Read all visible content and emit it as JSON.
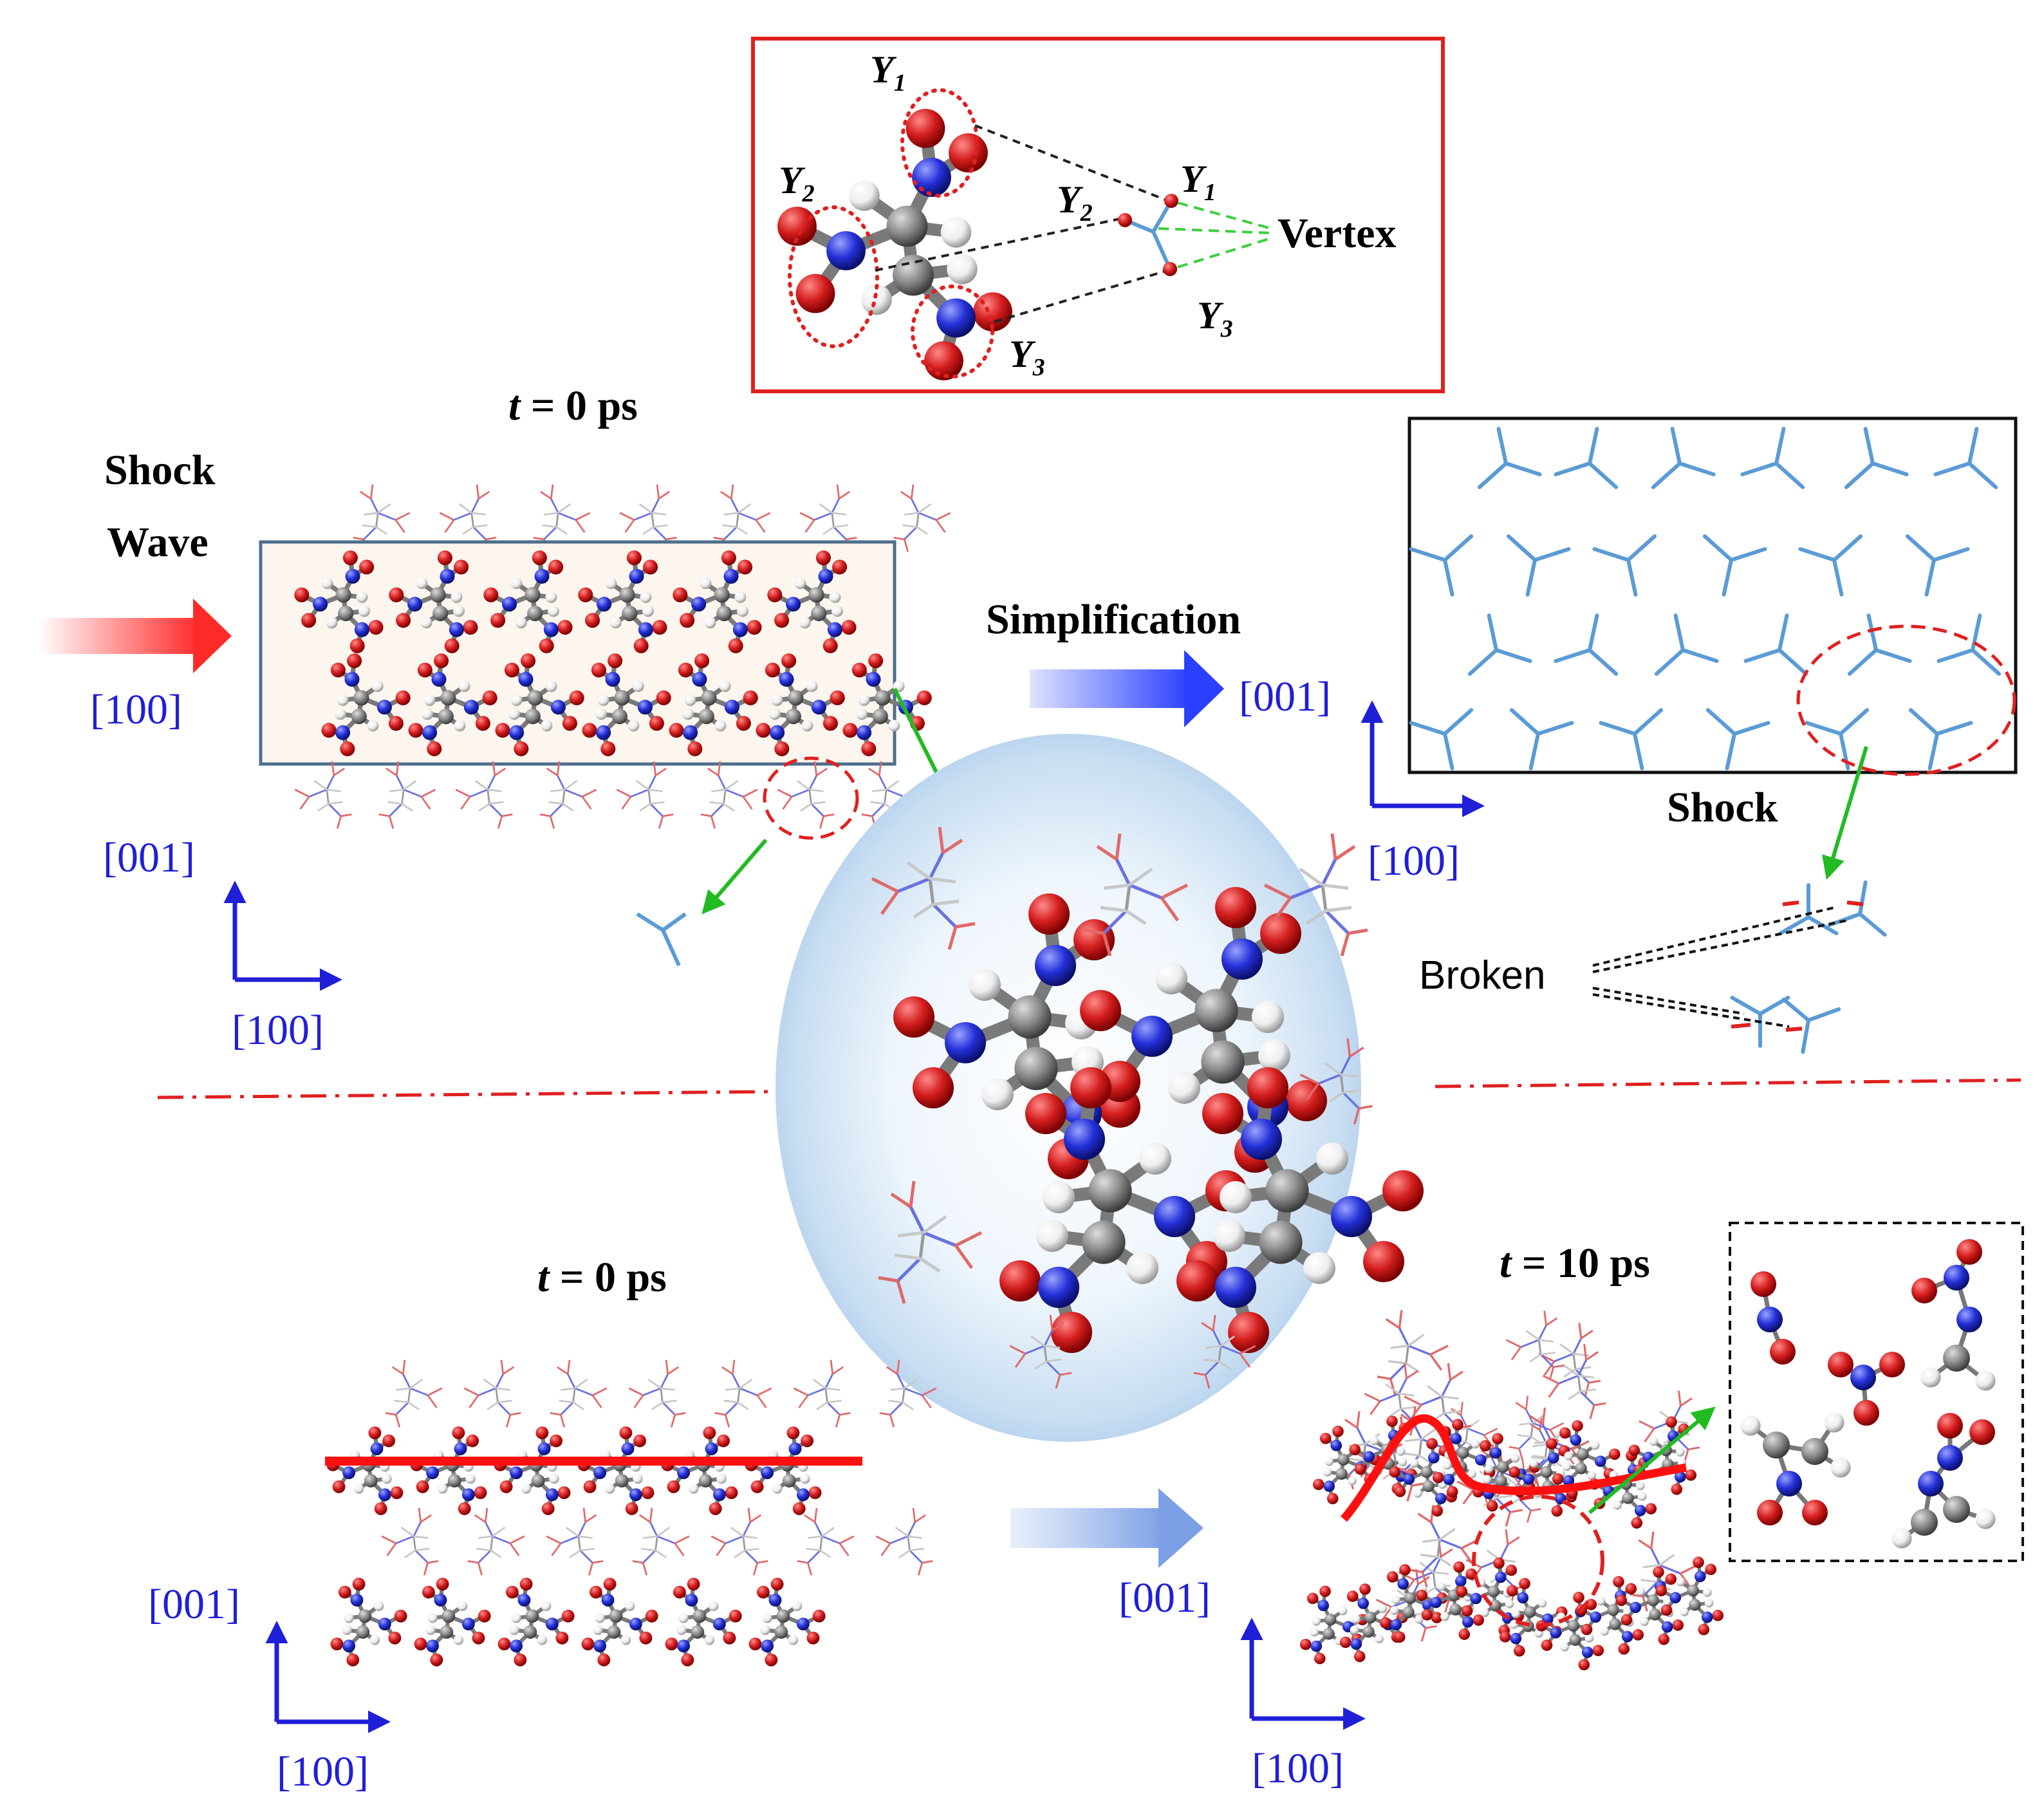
{
  "inset": {
    "y1_left": "Y",
    "y1_left_sub": "1",
    "y2_left": "Y",
    "y2_left_sub": "2",
    "y3_left": "Y",
    "y3_left_sub": "3",
    "y1_right": "Y",
    "y1_right_sub": "1",
    "y2_right": "Y",
    "y2_right_sub": "2",
    "y3_right": "Y",
    "y3_right_sub": "3",
    "vertex": "Vertex"
  },
  "top_left": {
    "time_t": "t",
    "time_rest": " = 0 ps",
    "shock_line1": "Shock",
    "shock_line2": "Wave",
    "dir_incoming": "[100]",
    "axis_vertical": "[001]",
    "axis_horizontal": "[100]"
  },
  "middle": {
    "simplification": "Simplification"
  },
  "top_right": {
    "axis_vertical": "[001]",
    "axis_horizontal": "[100]",
    "shock_label": "Shock",
    "broken_label": "Broken"
  },
  "bottom_left": {
    "time_t": "t",
    "time_rest": " = 0 ps",
    "axis_vertical": "[001]",
    "axis_horizontal": "[100]"
  },
  "bottom_right": {
    "time_t": "t",
    "time_rest": " = 10 ps",
    "axis_vertical": "[001]",
    "axis_horizontal": "[100]"
  },
  "colors": {
    "oxygen": "#d41e1e",
    "nitrogen": "#2430d8",
    "carbon": "#8a8a8a",
    "hydrogen": "#eeeeee",
    "lattice_line": "#5b9bd5",
    "axis_blue": "#1f1fd8",
    "frame_red": "#e02020",
    "shock_red": "#ff1010",
    "guide_green": "#22bb22"
  },
  "icons": {
    "shock_arrow": "red-gradient-arrow-icon",
    "simplification_arrow": "blue-gradient-arrow-icon",
    "bottom_arrow": "light-blue-arrow-icon",
    "vertex_marker": "y-shape-icon"
  }
}
